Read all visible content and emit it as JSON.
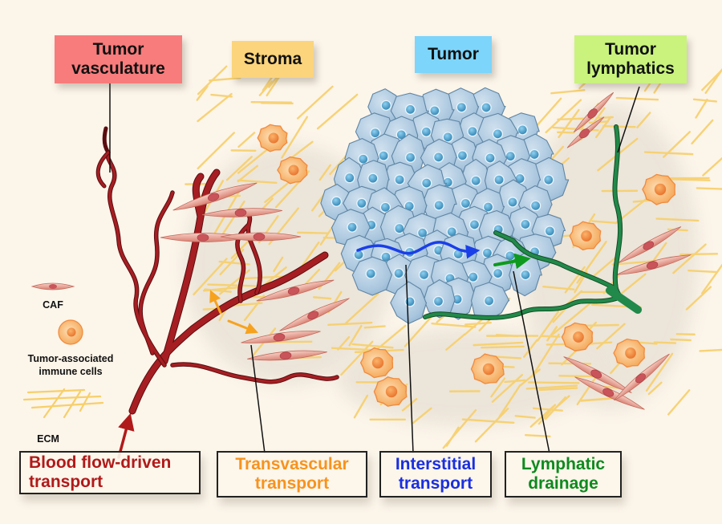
{
  "title": "Tumor microenvironment transport diagram",
  "colors": {
    "background": "#fcf5ea",
    "vasculature_box": "#f87c7c",
    "stroma_box": "#fbd47c",
    "tumor_box": "#7dd5fb",
    "lymphatics_box": "#c9f37d",
    "blood_vessel": "#a61e22",
    "lymphatic_vessel": "#1f7a3c",
    "tumor_cell": "#a7c5dd",
    "ecm": "#f7cf6a",
    "immune_cell": "#f4a14c",
    "caf": "#e19a8e",
    "blood_flow_text": "#b01a1a",
    "transvascular_text": "#f7931e",
    "interstitial_text": "#1a2fe0",
    "lymphatic_text": "#0e8a1e"
  },
  "top_labels": [
    {
      "id": "vasculature",
      "lines": [
        "Tumor",
        "vasculature"
      ]
    },
    {
      "id": "stroma",
      "lines": [
        "Stroma"
      ]
    },
    {
      "id": "tumor",
      "lines": [
        "Tumor"
      ]
    },
    {
      "id": "lymphatics",
      "lines": [
        "Tumor",
        "lymphatics"
      ]
    }
  ],
  "legend": {
    "caf": "CAF",
    "immune": [
      "Tumor-associated",
      "immune cells"
    ],
    "ecm": "ECM"
  },
  "bottom_labels": [
    {
      "id": "blood-flow",
      "lines": [
        "Blood flow-driven",
        "transport"
      ]
    },
    {
      "id": "transvascular",
      "lines": [
        "Transvascular",
        "transport"
      ]
    },
    {
      "id": "interstitial",
      "lines": [
        "Interstitial",
        "transport"
      ]
    },
    {
      "id": "lymphatic",
      "lines": [
        "Lymphatic",
        "drainage"
      ]
    }
  ]
}
